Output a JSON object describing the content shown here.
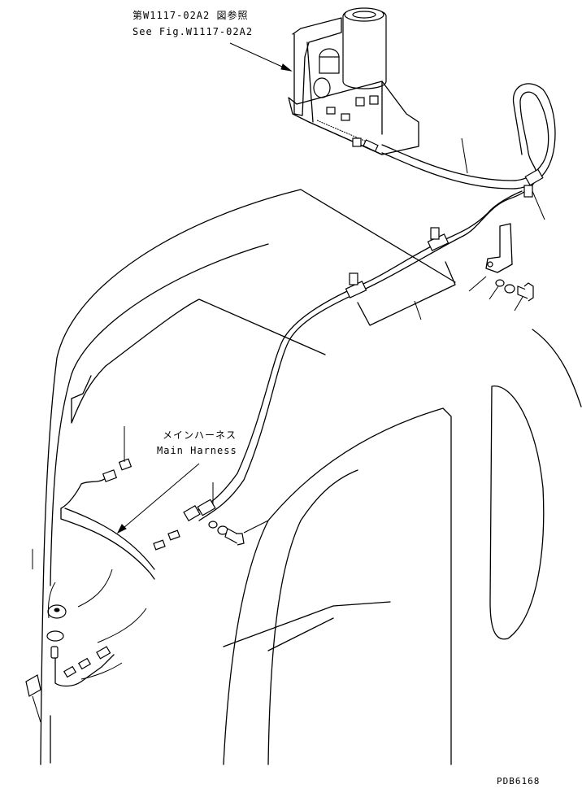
{
  "labels": {
    "reference_jp": "第W1117-02A2 図参照",
    "reference_en": "See Fig.W1117-02A2",
    "harness_jp": "メインハーネス",
    "harness_en": "Main Harness",
    "figure_code": "PDB6168"
  }
}
